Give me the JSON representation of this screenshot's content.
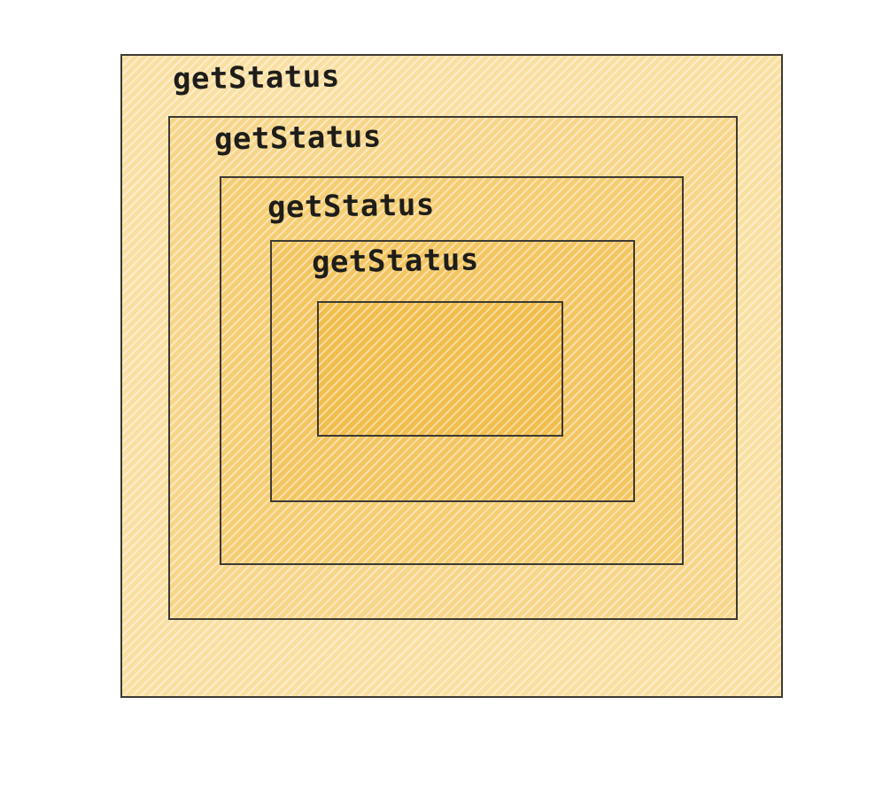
{
  "diagram": {
    "labels": [
      "getStatus",
      "getStatus",
      "getStatus",
      "getStatus"
    ],
    "colors": {
      "border": "#3d3a33",
      "level1": "#f9e0a2",
      "level2": "#f7d68b",
      "level3": "#f5cd73",
      "level4": "#f3c561",
      "level5": "#f1bd4c",
      "text": "#1e1d1a"
    }
  }
}
